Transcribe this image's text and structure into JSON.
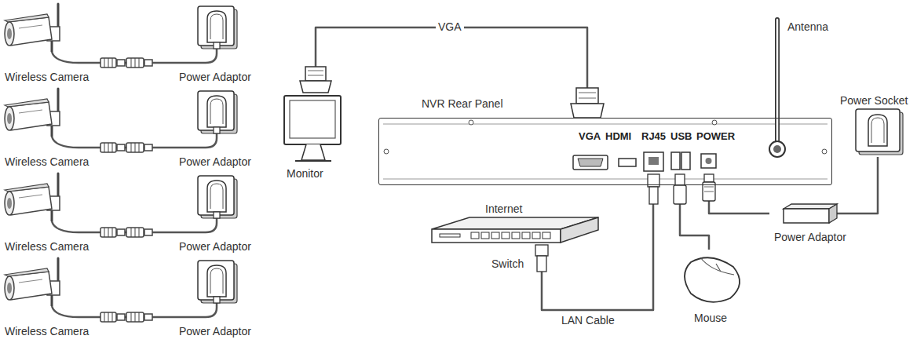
{
  "diagram": {
    "nodes": [
      {
        "text": [
          "Wireless Camera"
        ]
      },
      {
        "text": [
          "Power Adaptor"
        ]
      },
      {
        "text": [
          "Wireless Camera"
        ]
      },
      {
        "text": [
          "Power Adaptor"
        ]
      },
      {
        "text": [
          "Wireless Camera"
        ]
      },
      {
        "text": [
          "Power Adaptor"
        ]
      },
      {
        "text": [
          "Wireless Camera"
        ]
      },
      {
        "text": [
          "Power Adaptor"
        ]
      },
      {
        "text": [
          "Monitor"
        ]
      },
      {
        "text": [
          "NVR Rear Panel"
        ]
      },
      {
        "text": [
          "Internet",
          "Switch"
        ]
      },
      {
        "text": [
          "Mouse"
        ]
      },
      {
        "text": [
          "Power Adaptor"
        ]
      },
      {
        "text": [
          "Power Socket"
        ]
      }
    ],
    "edges": [
      {
        "from": 0,
        "to": 1,
        "arrow": "none"
      },
      {
        "from": 2,
        "to": 3,
        "arrow": "none"
      },
      {
        "from": 4,
        "to": 5,
        "arrow": "none"
      },
      {
        "from": 6,
        "to": 7,
        "arrow": "none"
      },
      {
        "from": 8,
        "to": 9,
        "label": "VGA",
        "arrow": "none"
      },
      {
        "from": 9,
        "to": 10,
        "label": "LAN Cable",
        "arrow": "none"
      },
      {
        "from": 9,
        "to": 11,
        "arrow": "none"
      },
      {
        "from": 9,
        "to": 12,
        "arrow": "none"
      },
      {
        "from": 13,
        "to": 12,
        "arrow": "none"
      }
    ],
    "labels": [
      "Antenna",
      "VGA",
      "HDMI",
      "RJ45",
      "USB",
      "POWER"
    ]
  }
}
